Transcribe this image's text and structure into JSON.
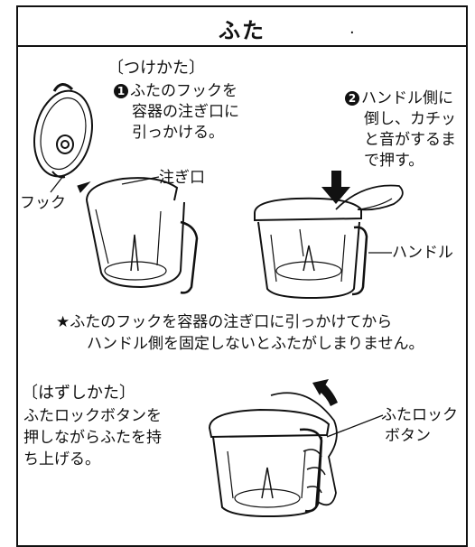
{
  "title": "ふた",
  "attach": {
    "heading": "〔つけかた〕",
    "step1": {
      "num": "1",
      "line1": "ふたのフックを",
      "line2": "容器の注ぎ口に",
      "line3": "引っかける。"
    },
    "step2": {
      "num": "2",
      "line1": "ハンドル側に",
      "line2": "倒し、カチッ",
      "line3": "と音がするま",
      "line4": "で押す。"
    },
    "labels": {
      "spout": "注ぎ口",
      "hook": "フック",
      "handle": "ハンドル"
    }
  },
  "note": {
    "line1": "★ふたのフックを容器の注ぎ口に引っかけてから",
    "line2": "ハンドル側を固定しないとふたがしまりません。"
  },
  "remove": {
    "heading": "〔はずしかた〕",
    "line1": "ふたロックボタンを",
    "line2": "押しながらふたを持",
    "line3": "ち上げる。",
    "label_line1": "ふたロック",
    "label_line2": "ボタン"
  }
}
